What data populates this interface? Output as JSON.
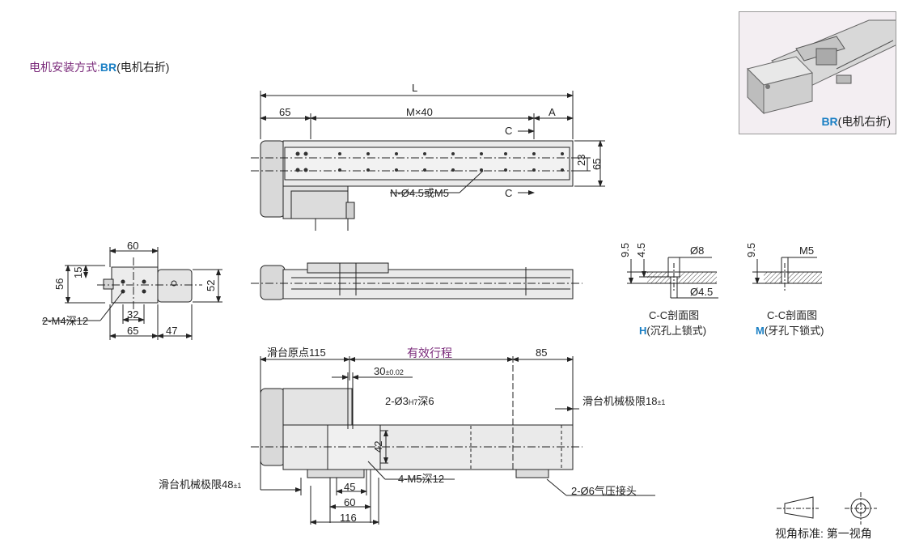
{
  "header": {
    "mount_label": "电机安装方式:",
    "mount_code": "BR",
    "mount_desc": "(电机右折)"
  },
  "thumbnail": {
    "code": "BR",
    "desc": "(电机右折)"
  },
  "top_view": {
    "L": "L",
    "d65_left": "65",
    "M": "M×40",
    "A": "A",
    "C1": "C",
    "C2": "C",
    "d23": "23",
    "d65_right": "65",
    "holes": "N-Ø4.5或M5"
  },
  "end_view": {
    "d60": "60",
    "d56": "56",
    "d15": "15",
    "d52": "52",
    "d32": "32",
    "d65": "65",
    "d47": "47",
    "tap": "2-M4深12"
  },
  "section_h": {
    "d9_5": "9.5",
    "d4_5": "4.5",
    "d8": "Ø8",
    "d45": "Ø4.5",
    "title": "C-C剖面图",
    "code": "H",
    "desc": "(沉孔上锁式)"
  },
  "section_m": {
    "d9_5": "9.5",
    "m5": "M5",
    "title": "C-C剖面图",
    "code": "M",
    "desc": "(牙孔下锁式)"
  },
  "bottom_view": {
    "origin": "滑台原点115",
    "stroke": "有效行程",
    "d85": "85",
    "d30": "30",
    "tol30": "±0.02",
    "pin_a": "2-Ø3",
    "pin_h7": "H7",
    "pin_b": "深6",
    "limit18": "滑台机械极限18",
    "tol18": "±1",
    "d42": "42",
    "tap": "4-M5深12",
    "limit48": "滑台机械极限48",
    "tol48": "±1",
    "d45": "45",
    "d60": "60",
    "d116": "116",
    "air": "2-Ø6气压接头"
  },
  "projection": {
    "label": "视角标准: 第一视角"
  }
}
